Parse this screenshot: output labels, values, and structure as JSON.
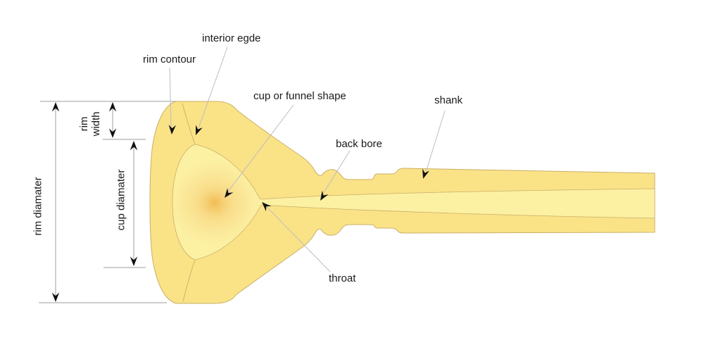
{
  "diagram": {
    "subject": "mouthpiece cross-section",
    "labels": {
      "interior_edge": "interior egde",
      "rim_contour": "rim contour",
      "cup_or_funnel_shape": "cup or funnel shape",
      "shank": "shank",
      "back_bore": "back bore",
      "throat": "throat",
      "rim_diameter": "rim diamater",
      "rim_width": "rim\nwidth",
      "cup_diameter": "cup diamater"
    },
    "colors": {
      "background": "#FFFFFF",
      "body_fill": "#FAE287",
      "inner_fill": "#FCF0A3",
      "glow_center": "#F2B94E",
      "glow_mid": "#F6CE78",
      "outline": "#C9B068",
      "leader_line": "#BDBDBD",
      "dimension_line": "#9E9E9E",
      "arrowhead": "#111111",
      "text": "#1A1A1A"
    }
  }
}
